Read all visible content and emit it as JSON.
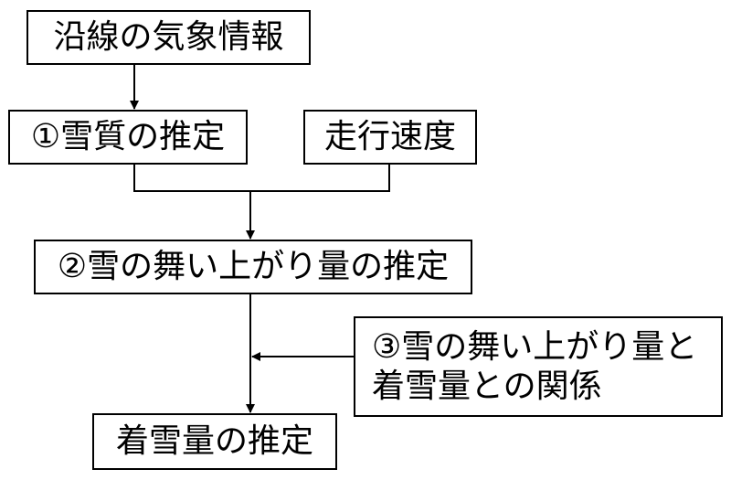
{
  "nodes": {
    "weather": "沿線の気象情報",
    "snow_quality": "①雪質の推定",
    "speed": "走行速度",
    "blowup": "②雪の舞い上がり量の推定",
    "relation_line1": "③雪の舞い上がり量と",
    "relation_line2": "着雪量との関係",
    "result": "着雪量の推定"
  },
  "colors": {
    "stroke": "#000000",
    "background": "#ffffff"
  }
}
